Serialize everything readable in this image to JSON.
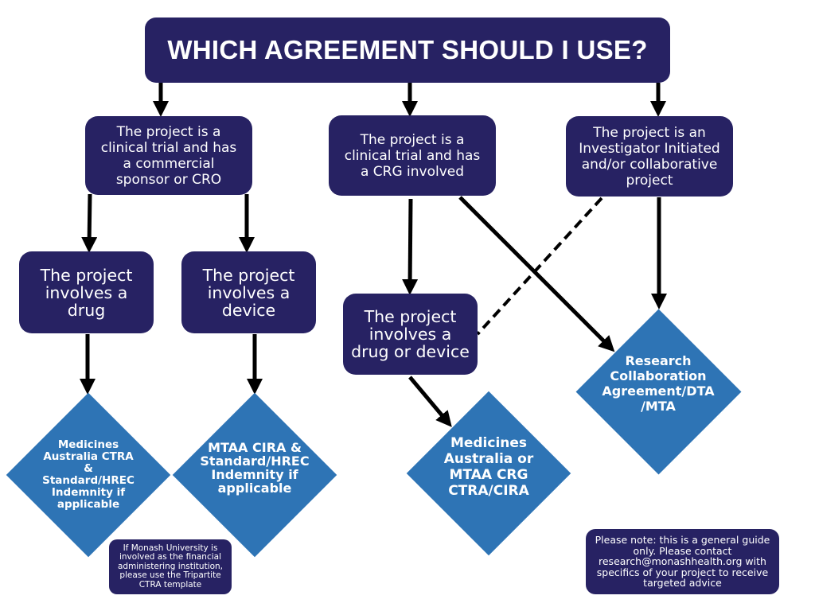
{
  "title": "WHICH AGREEMENT SHOULD I USE?",
  "questions": {
    "commercial": "The project is a\nclinical trial and has\na commercial\nsponsor or CRO",
    "crg": "The project is a\nclinical trial and has\na CRG involved",
    "investigator": "The project is an\nInvestigator Initiated\nand/or collaborative\nproject"
  },
  "sub_questions": {
    "drug": "The project\ninvolves a\ndrug",
    "device": "The project\ninvolves a\ndevice",
    "drug_or_device": "The project\ninvolves a\ndrug or device"
  },
  "outcomes": {
    "ma_ctra": "Medicines\nAustralia CTRA\n&\nStandard/HREC\nIndemnity if\napplicable",
    "mtaa_cira": "MTAA CIRA &\nStandard/HREC\nIndemnity if\napplicable",
    "crg_ctra": "Medicines\nAustralia or\nMTAA CRG\nCTRA/CIRA",
    "rca": "Research\nCollaboration\nAgreement/DTA\n/MTA"
  },
  "notes": {
    "monash": "If Monash University is\ninvolved as the financial\nadministering institution,\nplease use the Tripartite\nCTRA template",
    "general": "Please note: this is a general guide\nonly. Please contact\nresearch@monashhealth.org with\nspecifics of your project to receive\ntargeted advice"
  },
  "colors": {
    "box": "#272263",
    "diamond": "#2e74b5",
    "arrow": "#000000"
  }
}
